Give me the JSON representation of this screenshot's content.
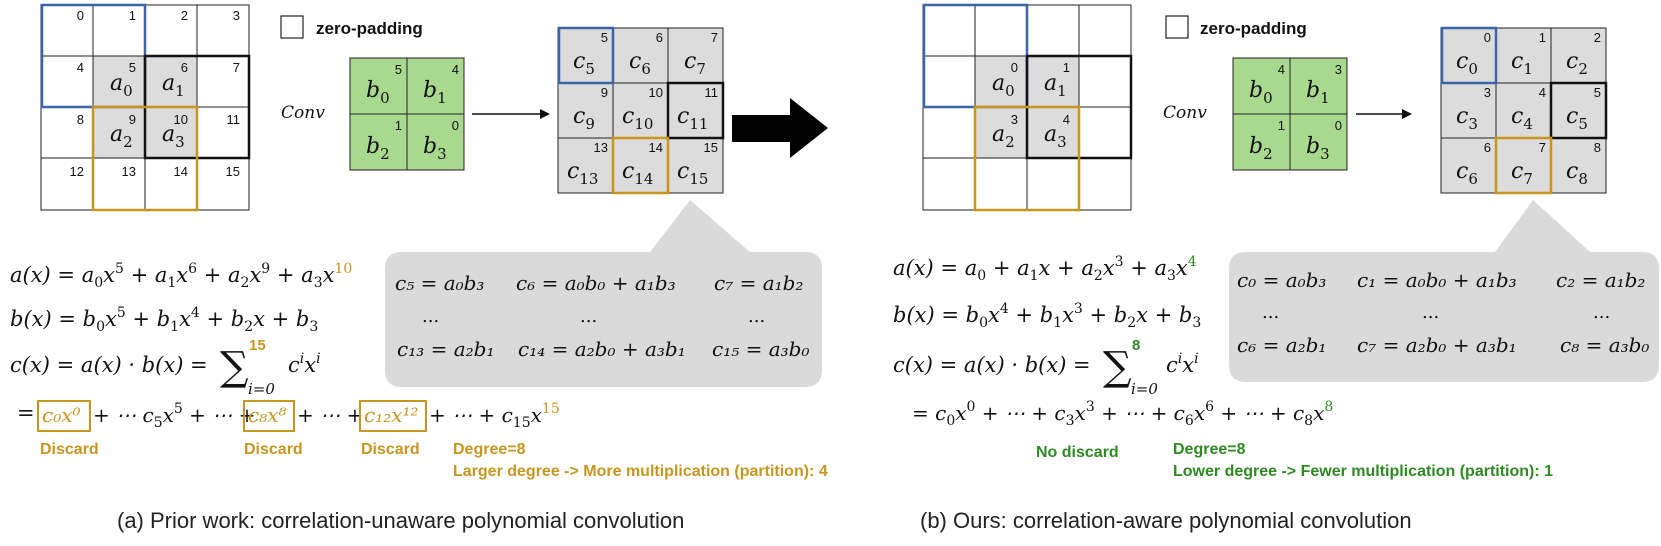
{
  "left": {
    "input_indices": [
      "0",
      "1",
      "2",
      "3",
      "4",
      "5",
      "6",
      "7",
      "8",
      "9",
      "10",
      "11",
      "12",
      "13",
      "14",
      "15"
    ],
    "input_cells": [
      {
        "pos": 5,
        "base": "a",
        "sub": "0"
      },
      {
        "pos": 6,
        "base": "a",
        "sub": "1"
      },
      {
        "pos": 9,
        "base": "a",
        "sub": "2"
      },
      {
        "pos": 10,
        "base": "a",
        "sub": "3"
      }
    ],
    "legend": "zero-padding",
    "conv_label": "Conv",
    "kernel": [
      {
        "base": "b",
        "sub": "0",
        "idx": "5"
      },
      {
        "base": "b",
        "sub": "1",
        "idx": "4"
      },
      {
        "base": "b",
        "sub": "2",
        "idx": "1"
      },
      {
        "base": "b",
        "sub": "3",
        "idx": "0"
      }
    ],
    "output": [
      {
        "base": "c",
        "sub": "5",
        "idx": "5"
      },
      {
        "base": "c",
        "sub": "6",
        "idx": "6"
      },
      {
        "base": "c",
        "sub": "7",
        "idx": "7"
      },
      {
        "base": "c",
        "sub": "9",
        "idx": "9"
      },
      {
        "base": "c",
        "sub": "10",
        "idx": "10"
      },
      {
        "base": "c",
        "sub": "11",
        "idx": "11"
      },
      {
        "base": "c",
        "sub": "13",
        "idx": "13"
      },
      {
        "base": "c",
        "sub": "14",
        "idx": "14"
      },
      {
        "base": "c",
        "sub": "15",
        "idx": "15"
      }
    ],
    "eq_a_pre": "a(x) = a",
    "eq_a_power": "10",
    "eq_b": "b(x) = b",
    "eq_c_pre": "c(x) = a(x) · b(x) = ",
    "sum_upper": "15",
    "sum_lower": "i=0",
    "result": [
      "c₅ = a₀b₃",
      "c₆ = a₀b₀ + a₁b₃",
      "c₇ = a₁b₂",
      "...",
      "...",
      "...",
      "c₁₃ = a₂b₁",
      "c₁₄ = a₂b₀ + a₃b₁",
      "c₁₅ = a₃b₀"
    ],
    "expansion_terms": [
      "c₀x⁰",
      "c₈x⁸",
      "c₁₂x¹²"
    ],
    "expansion_end_power": "15",
    "discard_label": "Discard",
    "degree_label": "Degree=8",
    "note": "Larger degree -> More multiplication (partition): 4",
    "caption": "(a) Prior work: correlation-unaware polynomial convolution"
  },
  "right": {
    "input_cells": [
      {
        "pos": 5,
        "base": "a",
        "sub": "0",
        "idx": "0"
      },
      {
        "pos": 6,
        "base": "a",
        "sub": "1",
        "idx": "1"
      },
      {
        "pos": 9,
        "base": "a",
        "sub": "2",
        "idx": "3"
      },
      {
        "pos": 10,
        "base": "a",
        "sub": "3",
        "idx": "4"
      }
    ],
    "legend": "zero-padding",
    "conv_label": "Conv",
    "kernel": [
      {
        "base": "b",
        "sub": "0",
        "idx": "4"
      },
      {
        "base": "b",
        "sub": "1",
        "idx": "3"
      },
      {
        "base": "b",
        "sub": "2",
        "idx": "1"
      },
      {
        "base": "b",
        "sub": "3",
        "idx": "0"
      }
    ],
    "output": [
      {
        "base": "c",
        "sub": "0",
        "idx": "0"
      },
      {
        "base": "c",
        "sub": "1",
        "idx": "1"
      },
      {
        "base": "c",
        "sub": "2",
        "idx": "2"
      },
      {
        "base": "c",
        "sub": "3",
        "idx": "3"
      },
      {
        "base": "c",
        "sub": "4",
        "idx": "4"
      },
      {
        "base": "c",
        "sub": "5",
        "idx": "5"
      },
      {
        "base": "c",
        "sub": "6",
        "idx": "6"
      },
      {
        "base": "c",
        "sub": "7",
        "idx": "7"
      },
      {
        "base": "c",
        "sub": "8",
        "idx": "8"
      }
    ],
    "eq_a_power": "4",
    "sum_upper": "8",
    "sum_lower": "i=0",
    "result": [
      "c₀ = a₀b₃",
      "c₁ = a₀b₀ + a₁b₃",
      "c₂ = a₁b₂",
      "...",
      "...",
      "...",
      "c₆ = a₂b₁",
      "c₇ = a₂b₀ + a₃b₁",
      "c₈ = a₃b₀"
    ],
    "expansion_end_power": "8",
    "no_discard_label": "No discard",
    "degree_label": "Degree=8",
    "note": "Lower degree -> Fewer multiplication (partition): 1",
    "caption": "(b) Ours: correlation-aware polynomial convolution"
  },
  "colors": {
    "gold": "#C8961E",
    "green": "#2E8B22",
    "blue": "#3C64A8",
    "gray_cell": "#DCDCDC",
    "kernel_green": "#A9D88F",
    "callout_gray": "#DADADA"
  }
}
